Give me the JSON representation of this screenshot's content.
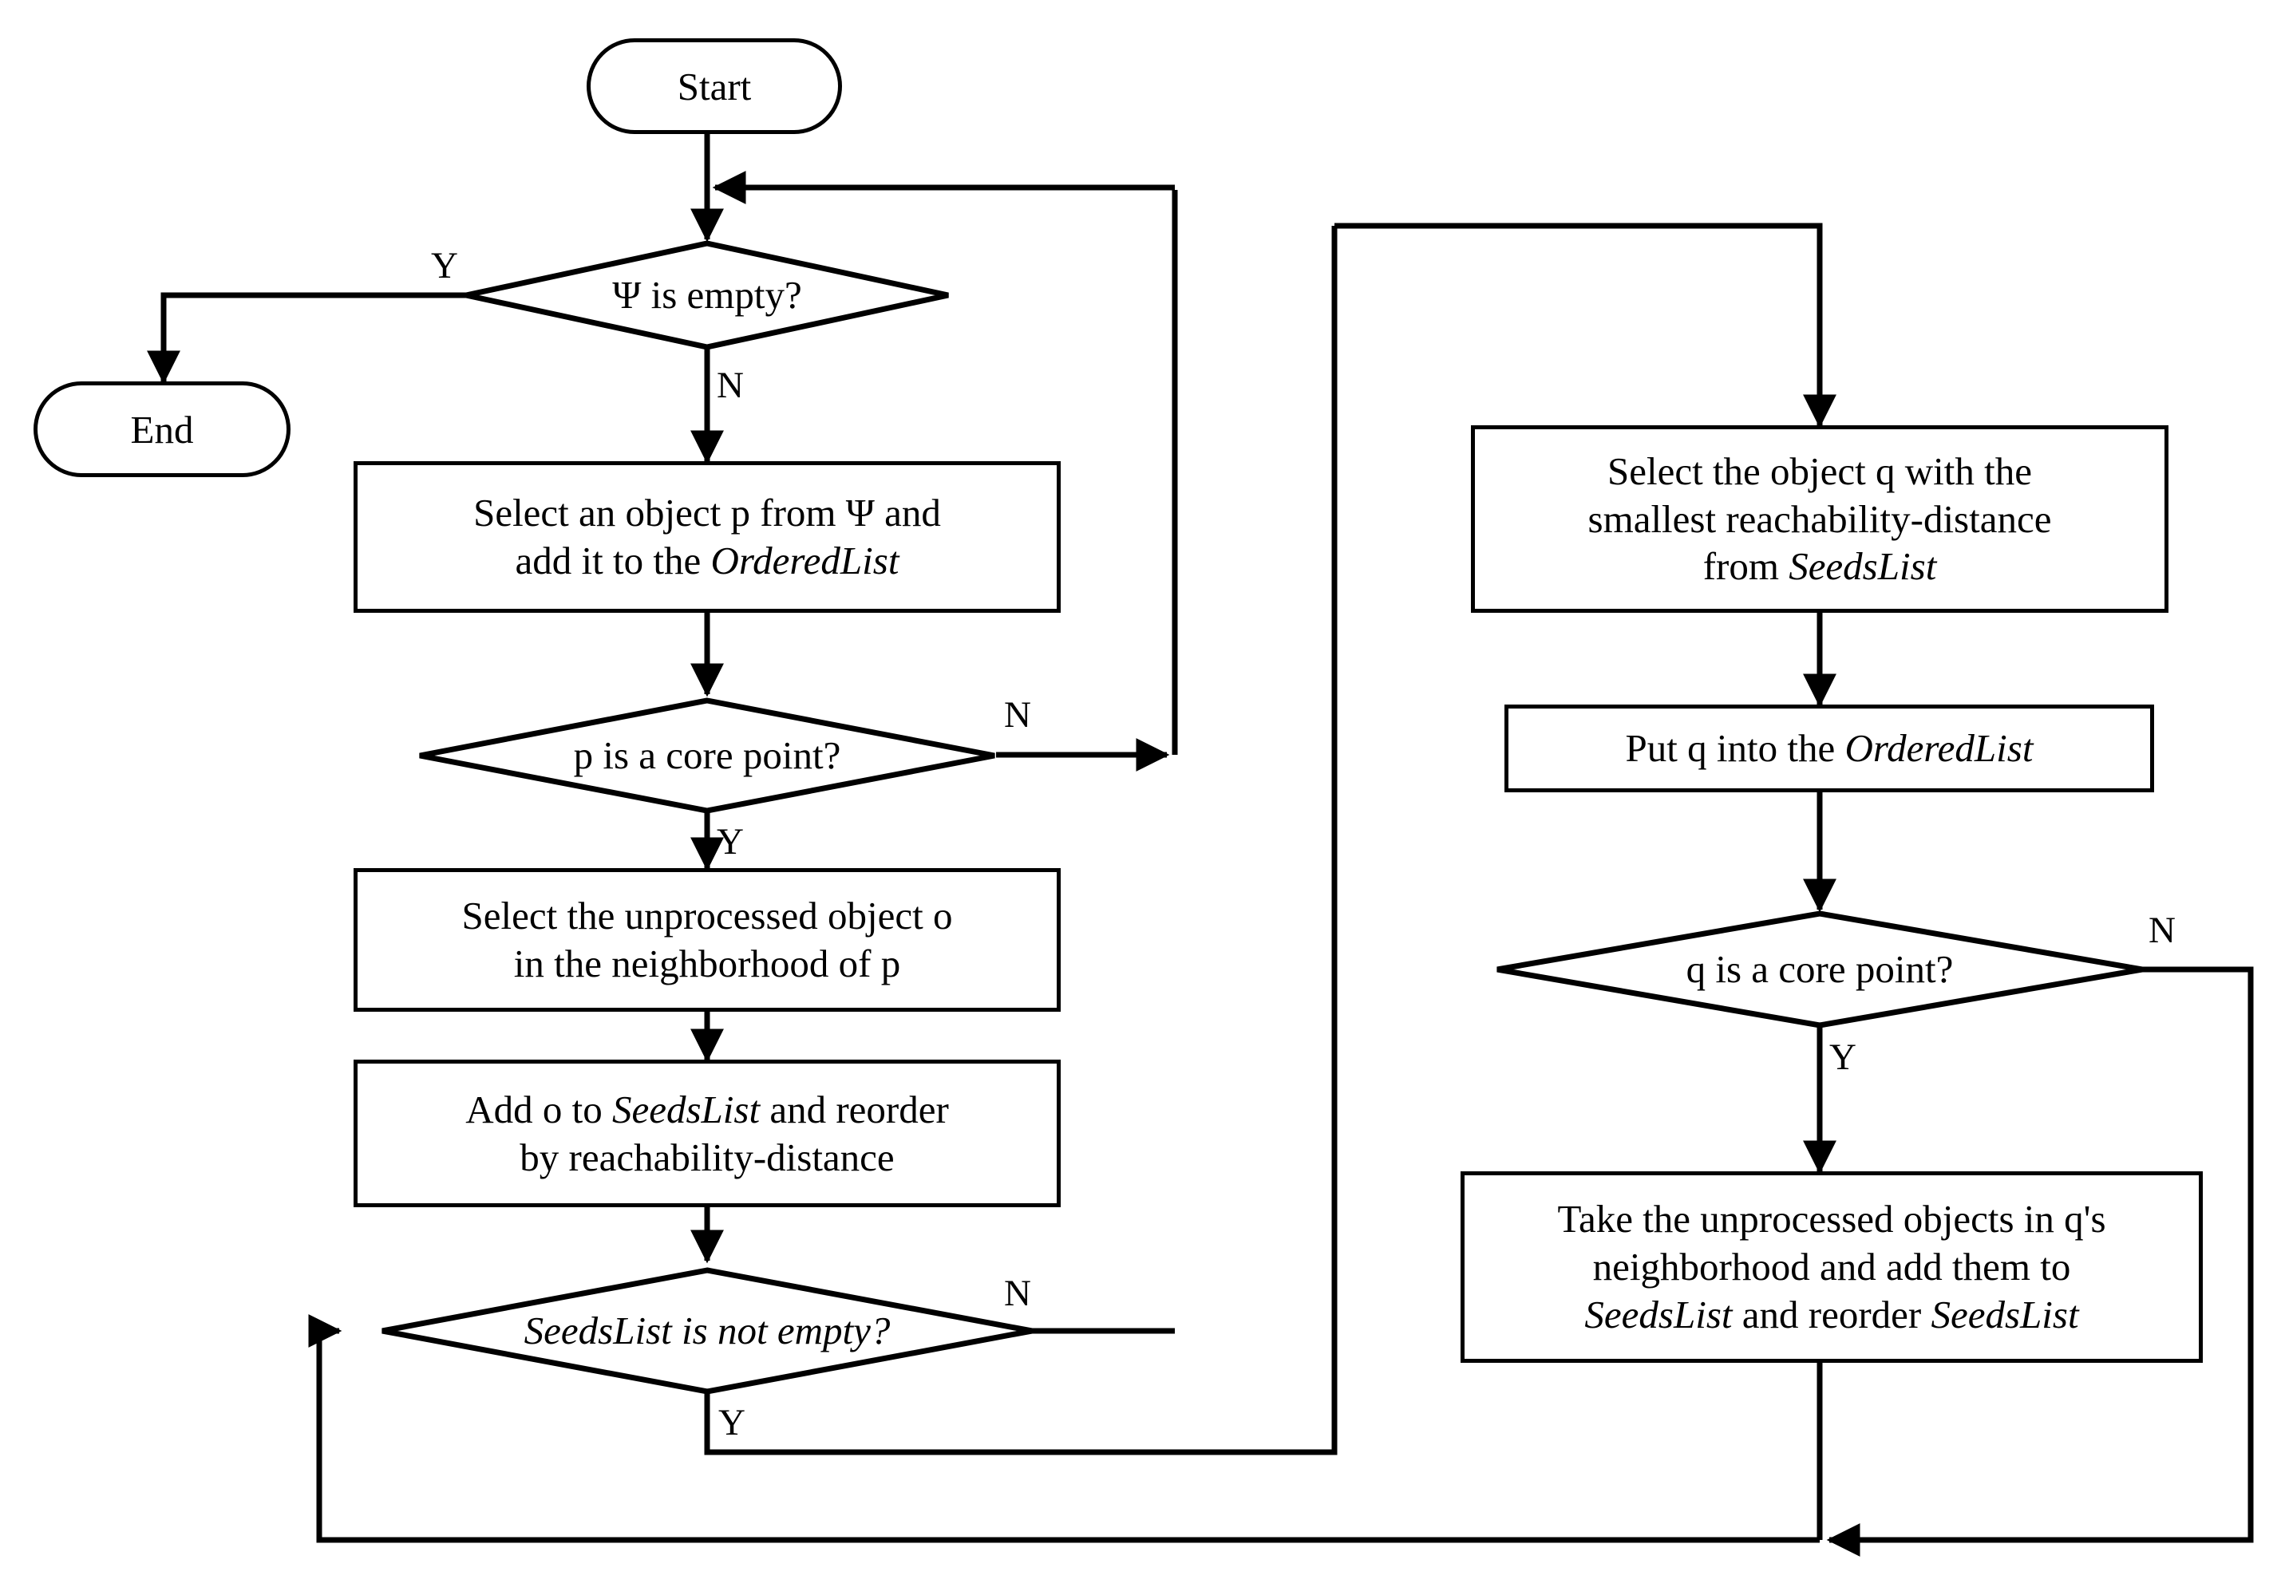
{
  "diagram": {
    "title": "OPTICS clustering algorithm flowchart",
    "type": "flowchart",
    "background_color": "#ffffff",
    "line_color": "#000000",
    "text_color": "#000000"
  },
  "nodes": {
    "start": {
      "label": "Start",
      "shape": "terminator"
    },
    "end": {
      "label": "End",
      "shape": "terminator"
    },
    "psi_empty": {
      "label": "Ψ is empty?",
      "shape": "decision"
    },
    "select_p": {
      "line1": "Select an object p from Ψ and",
      "line2_prefix": "add it to the ",
      "line2_italic": "OrderedList",
      "shape": "process"
    },
    "p_core": {
      "label": "p is a core point?",
      "shape": "decision"
    },
    "select_o": {
      "line1": "Select the unprocessed object o",
      "line2": "in the neighborhood of p",
      "shape": "process"
    },
    "add_o": {
      "line1_prefix": "Add o to ",
      "line1_italic": "SeedsList",
      "line1_suffix": " and reorder",
      "line2": "by reachability-distance",
      "shape": "process"
    },
    "seeds_not_empty": {
      "label": "SeedsList is not empty?",
      "shape": "decision"
    },
    "select_q": {
      "line1": "Select the object q with the",
      "line2": "smallest reachability-distance",
      "line3_prefix": "from ",
      "line3_italic": "SeedsList",
      "shape": "process"
    },
    "put_q": {
      "prefix": "Put q into the ",
      "italic": "OrderedList",
      "shape": "process"
    },
    "q_core": {
      "label": "q is a core point?",
      "shape": "decision"
    },
    "take_objects": {
      "line1": "Take the unprocessed objects in q's",
      "line2": "neighborhood and add them to",
      "line3_italic_a": "SeedsList",
      "line3_mid": " and reorder ",
      "line3_italic_b": "SeedsList",
      "shape": "process"
    }
  },
  "edge_labels": {
    "psi_yes": "Y",
    "psi_no": "N",
    "p_core_no": "N",
    "p_core_yes": "Y",
    "seeds_no": "N",
    "seeds_yes": "Y",
    "q_core_no": "N",
    "q_core_yes": "Y"
  }
}
